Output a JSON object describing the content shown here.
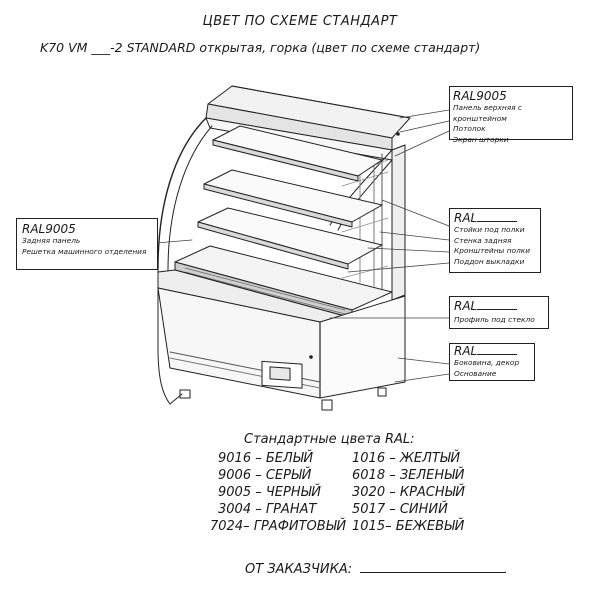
{
  "header": {
    "title": "ЦВЕТ ПО СХЕМЕ СТАНДАРТ",
    "subtitle": "K70 VM ___-2 STANDARD открытая, горка (цвет по схеме стандарт)"
  },
  "callouts": {
    "top": {
      "code": "RAL9005",
      "items": [
        "Панель верхняя с кронштейном",
        "Потолок",
        "Экран шторки"
      ]
    },
    "left": {
      "code": "RAL9005",
      "items": [
        "Задняя панель",
        "Решетка машинного отделения"
      ]
    },
    "middle": {
      "code": "RAL",
      "items": [
        "Стойки под полки",
        "Стенка задняя",
        "Кронштейны полки",
        "Поддон выкладки"
      ]
    },
    "glass": {
      "code": "RAL",
      "items": [
        "Профиль под стекло"
      ]
    },
    "side": {
      "code": "RAL",
      "items": [
        "Боковина, декор",
        "Основание"
      ]
    }
  },
  "colors": {
    "title": "Стандартные цвета RAL:",
    "rows": [
      {
        "left": "9016 –  БЕЛЫЙ",
        "right": "1016 –  ЖЕЛТЫЙ"
      },
      {
        "left": "9006 –  СЕРЫЙ",
        "right": "6018 –  ЗЕЛЕНЫЙ"
      },
      {
        "left": "9005 –  ЧЕРНЫЙ",
        "right": "3020 –  КРАСНЫЙ"
      },
      {
        "left": "3004 –  ГРАНАТ",
        "right": "5017 –  СИНИЙ"
      },
      {
        "left": "7024–  ГРАФИТОВЫЙ",
        "right": "1015–  БЕЖЕВЫЙ"
      }
    ]
  },
  "customer": {
    "label": "ОТ ЗАКАЗЧИКА:"
  }
}
